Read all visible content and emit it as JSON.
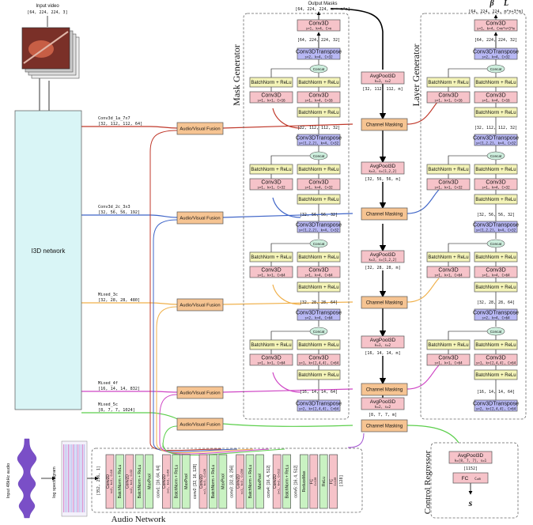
{
  "input_video": {
    "title": "Input video",
    "shape": "[64, 224, 224, 3]"
  },
  "i3d": {
    "label": "I3D network",
    "taps": [
      {
        "name": "Conv3d_1a_7x7",
        "shape": "[32, 112, 112, 64]"
      },
      {
        "name": "Conv3d_2c_3x3",
        "shape": "[32, 56, 56, 192]"
      },
      {
        "name": "Mixed_3c",
        "shape": "[32, 28, 28, 480]"
      },
      {
        "name": "Mixed_4f",
        "shape": "[16, 14, 14, 832]"
      },
      {
        "name": "Mixed_5c",
        "shape": "[8, 7, 7, 1024]"
      }
    ]
  },
  "fusion_label": "Audio/Visual Fusion",
  "mask_generator": {
    "title": "Mask Generator",
    "output_title": "Output Masks",
    "output_shape": "[64, 224, 224, m + m*n]",
    "top_conv": {
      "title": "Conv3D",
      "sub": "s=1, k=4, C=n"
    },
    "top_shape": "[64, 224, 224, 32]",
    "top_transpose": {
      "title": "Conv3DTranspose",
      "sub": "s=2, k=4, C=32"
    },
    "bottom_shape": "[16, 14, 14, 64]",
    "bottom_transpose": {
      "title": "Conv3DTranspose",
      "sub": "s=2, k=[2,4,4], C=64"
    },
    "stages": [
      {
        "left_conv_sub": "s=1, k=1, C=16",
        "right_conv_sub": "s=1, k=4, C=16",
        "shape": "[32, 112, 112, 32]",
        "transpose_sub": "s=[1,2,2], k=4, C=32"
      },
      {
        "left_conv_sub": "s=1, k=1, C=32",
        "right_conv_sub": "s=1, k=4, C=32",
        "shape": "[32, 56, 56, 32]",
        "transpose_sub": "s=[1,2,2], k=4, C=32"
      },
      {
        "left_conv_sub": "s=1, k=1, C=64",
        "right_conv_sub": "s=1, k=4, C=64",
        "shape": "[32, 28, 28, 64]",
        "transpose_sub": "s=2, k=4, C=64"
      },
      {
        "left_conv_sub": "s=1, k=1, C=64",
        "right_conv_sub": "s=1, k=[2,4,4], C=64",
        "shape": "",
        "transpose_sub": ""
      }
    ]
  },
  "layer_generator": {
    "title": "Layer Generator",
    "beta": "β",
    "L": "L",
    "output_shape": "[64, 224, 224, m*n+3*m]",
    "top_conv": {
      "title": "Conv3D",
      "sub": "s=1, k=4, C=m*n+3*m"
    },
    "top_shape": "[64, 224, 224, 32]",
    "top_transpose": {
      "title": "Conv3DTranspose",
      "sub": "s=2, k=4, C=32"
    },
    "bottom_shape": "[16, 14, 14, 64]",
    "bottom_transpose": {
      "title": "Conv3DTranspose",
      "sub": "s=2, k=[2,4,4], C=64"
    },
    "stages": [
      {
        "left_conv_sub": "s=1, k=1, C=16",
        "right_conv_sub": "s=1, k=4, C=16",
        "shape": "[32, 112, 112, 32]",
        "transpose_sub": "s=[1,2,2], k=4, C=32"
      },
      {
        "left_conv_sub": "s=1, k=1, C=32",
        "right_conv_sub": "s=1, k=4, C=32",
        "shape": "[32, 56, 56, 32]",
        "transpose_sub": "s=[1,2,2], k=4, C=32"
      },
      {
        "left_conv_sub": "s=1, k=1, C=64",
        "right_conv_sub": "s=1, k=4, C=64",
        "shape": "[32, 28, 28, 64]",
        "transpose_sub": "s=2, k=4, C=64"
      },
      {
        "left_conv_sub": "s=1, k=1, C=64",
        "right_conv_sub": "s=1, k=[2,4,4], C=64",
        "shape": "",
        "transpose_sub": ""
      }
    ]
  },
  "blocks": {
    "bn_relu": "BatchNorm + ReLu",
    "conv": "Conv3D",
    "concat": "Concat",
    "channel_masking": "Channel Masking",
    "avgpool": "AvgPool3D",
    "fc": "FC",
    "fc_sub": "C=m"
  },
  "middle_column": {
    "pools": [
      {
        "sub": "k=3, s=2",
        "shape": "[32, 112, 112, m]"
      },
      {
        "sub": "k=3, s=[1,2,2]",
        "shape": "[32, 56, 56, m]"
      },
      {
        "sub": "k=3, s=[1,2,2]",
        "shape": "[32, 28, 28, m]"
      },
      {
        "sub": "k=3, s=2",
        "shape": "[16, 14, 14, m]"
      },
      {
        "sub": "k=2, s=2",
        "shape": "[8, 7, 7, m]"
      }
    ]
  },
  "control_regressor": {
    "title": "Control Regressor",
    "pool_sub": "k=[8, 7, 7], s=1",
    "shape": "[1152]",
    "output": "s"
  },
  "audio": {
    "waveform_label": "Input 48kHz audio",
    "spectrogram_label": "log spectrogram",
    "network_title": "Audio Network",
    "input_shape": "[352, 256, 1]",
    "layers": [
      {
        "main": "Conv2D",
        "sub": "s=2, k=3, C=16",
        "kind": "conv"
      },
      {
        "main": "BatchNorm + ReLu",
        "sub": "",
        "kind": "bn"
      },
      {
        "main": "Conv2D",
        "sub": "s=2, k=3, C=32",
        "kind": "conv"
      },
      {
        "main": "BatchNorm + ReLu",
        "sub": "",
        "kind": "bn"
      },
      {
        "main": "MaxPool",
        "sub": "",
        "kind": "bn"
      },
      {
        "main": "conv1: [16, 64, 64]",
        "sub": "",
        "kind": "text"
      },
      {
        "main": "Conv2D",
        "sub": "s=1, k=3, C=64",
        "kind": "conv"
      },
      {
        "main": "BatchNorm + ReLu",
        "sub": "",
        "kind": "bn"
      },
      {
        "main": "MaxPool",
        "sub": "",
        "kind": "bn"
      },
      {
        "main": "conv2: [32, 16, 128]",
        "sub": "",
        "kind": "text"
      },
      {
        "main": "Conv2D",
        "sub": "s=1, k=3, C=128",
        "kind": "conv"
      },
      {
        "main": "BatchNorm + ReLu",
        "sub": "",
        "kind": "bn"
      },
      {
        "main": "MaxPool",
        "sub": "",
        "kind": "bn"
      },
      {
        "main": "conv3: [32, 8, 256]",
        "sub": "",
        "kind": "text"
      },
      {
        "main": "Conv2D",
        "sub": "s=1, k=3, C=256",
        "kind": "conv"
      },
      {
        "main": "BatchNorm + ReLu",
        "sub": "",
        "kind": "bn"
      },
      {
        "main": "MaxPool",
        "sub": "",
        "kind": "bn"
      },
      {
        "main": "conv4: [16, 4, 512]",
        "sub": "",
        "kind": "text"
      },
      {
        "main": "Conv2D",
        "sub": "s=1, k=3, C=512",
        "kind": "conv"
      },
      {
        "main": "BatchNorm + ReLu",
        "sub": "",
        "kind": "bn"
      },
      {
        "main": "conv5: [16, 4, 512]",
        "sub": "",
        "kind": "text"
      },
      {
        "main": "ReduceMax",
        "sub": "",
        "kind": "bn"
      },
      {
        "main": "FC",
        "sub": "C=128",
        "kind": "conv"
      },
      {
        "main": "ReLu",
        "sub": "",
        "kind": "bn"
      },
      {
        "main": "FC",
        "sub": "C=128",
        "kind": "conv"
      }
    ],
    "output_shape": "[128]"
  },
  "colors": {
    "conv": "#f6c3c9",
    "transpose": "#b8b8f4",
    "bn": "#f4f4b8",
    "concat": "#cdeedd",
    "fusion": "#f6c492",
    "i3d": "#d9f5f6",
    "audio_bn": "#c9f2c2",
    "tap1": "#c0392b",
    "tap2": "#3f65c8",
    "tap3": "#f0b04a",
    "tap4": "#cf46c5",
    "tap5": "#5ccf4c"
  }
}
